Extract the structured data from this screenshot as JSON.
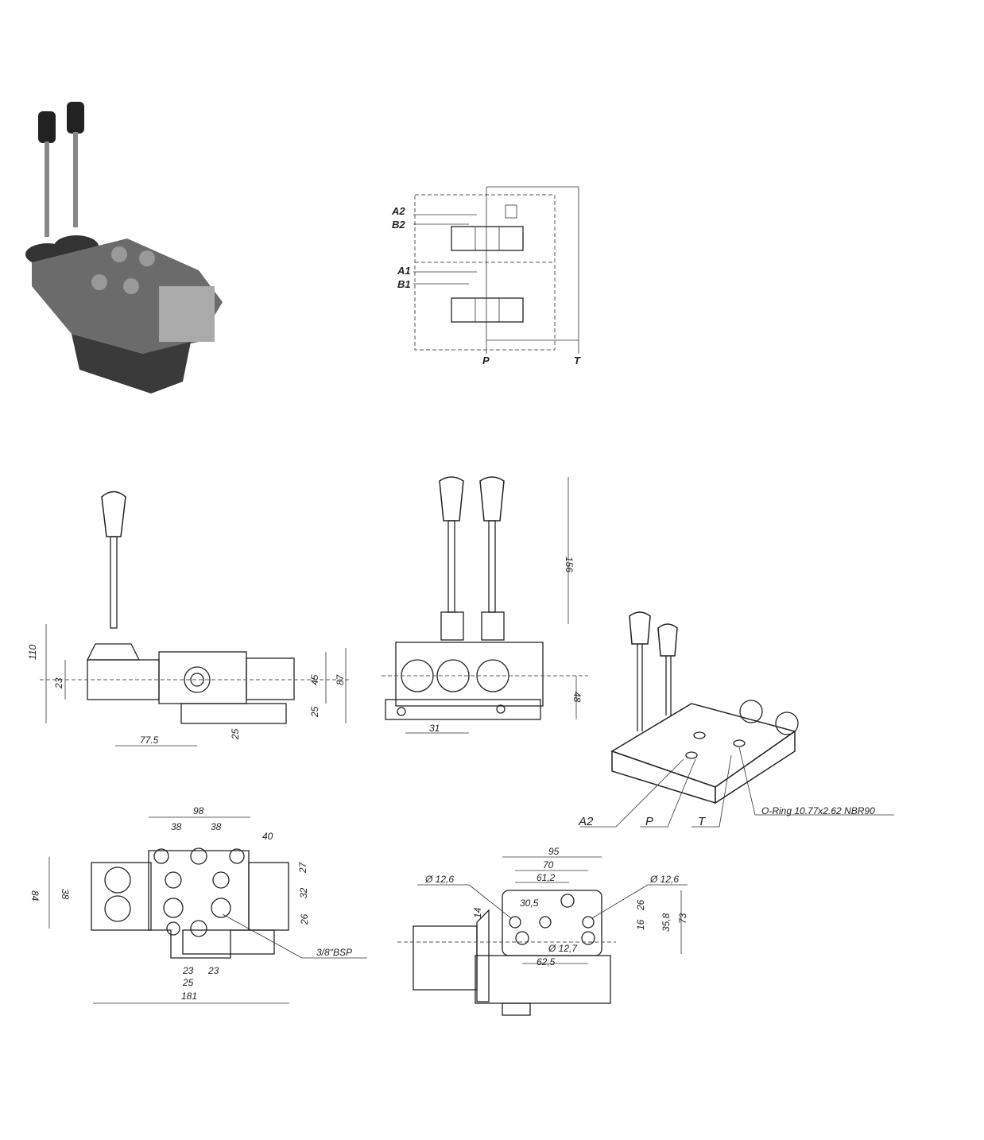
{
  "schematic": {
    "ports": [
      "A2",
      "B2",
      "A1",
      "B1",
      "P",
      "T"
    ]
  },
  "side_view": {
    "dims": [
      "110",
      "23",
      "77.5",
      "25",
      "45",
      "87",
      "25"
    ]
  },
  "front_view": {
    "dims": [
      "156",
      "48",
      "31"
    ]
  },
  "iso_view": {
    "labels": [
      "A2",
      "P",
      "T",
      "O-Ring 10.77x2.62 NBR90"
    ]
  },
  "top_view": {
    "dims": [
      "98",
      "38",
      "38",
      "40",
      "84",
      "38",
      "27",
      "32",
      "26",
      "23",
      "23",
      "25",
      "181"
    ],
    "callout": "3/8\"BSP"
  },
  "bottom_view": {
    "dims": [
      "95",
      "70",
      "61,2",
      "Ø 12,6",
      "Ø 12,6",
      "30,5",
      "14",
      "26",
      "16",
      "35,8",
      "73",
      "Ø 12,7",
      "62,5"
    ]
  },
  "colors": {
    "ink": "#222222",
    "paper": "#ffffff",
    "photo_body": "#6b6b6b"
  }
}
